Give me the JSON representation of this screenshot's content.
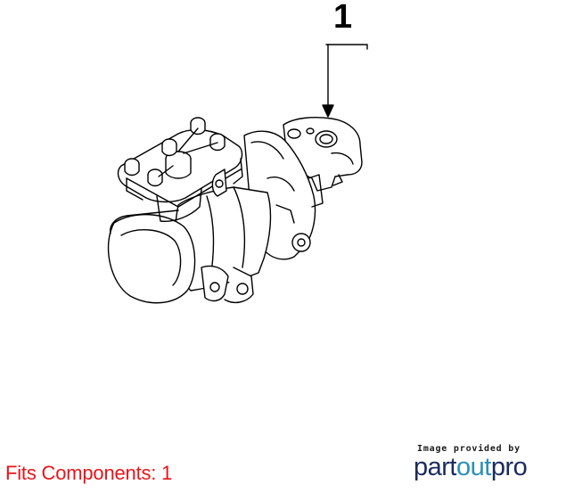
{
  "diagram": {
    "callout_number": "1"
  },
  "fits_label": "Fits Components: 1",
  "logo": {
    "caption": "Image provided by",
    "word_part": "part",
    "word_out": "out",
    "word_pro": "pro"
  },
  "colors": {
    "fits_text": "#e8141b",
    "logo_dark": "#1a2b5e",
    "logo_accent": "#2a8fb8"
  }
}
